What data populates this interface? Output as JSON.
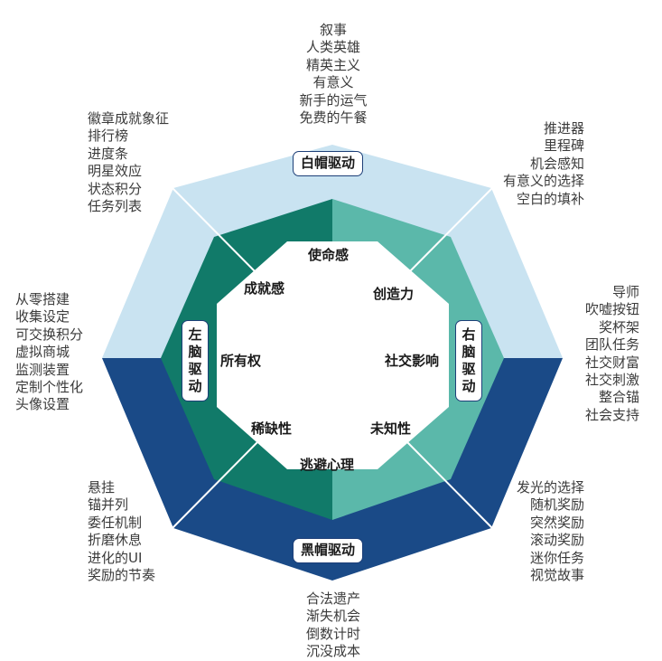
{
  "diagram": {
    "core_drives": {
      "top": "使命感",
      "top_right": "创造力",
      "right": "社交影响",
      "bottom_right": "未知性",
      "bottom": "逃避心理",
      "bottom_left": "稀缺性",
      "left": "所有权",
      "top_left": "成就感"
    },
    "drive_labels": {
      "top": "白帽驱动",
      "bottom": "黑帽驱动",
      "left": [
        "左",
        "脑",
        "驱",
        "动"
      ],
      "right": [
        "右",
        "脑",
        "驱",
        "动"
      ]
    },
    "techniques": {
      "top": [
        "叙事",
        "人类英雄",
        "精英主义",
        "有意义",
        "新手的运气",
        "免费的午餐"
      ],
      "top_right": [
        "推进器",
        "里程碑",
        "机会感知",
        "有意义的选择",
        "空白的填补"
      ],
      "right": [
        "导师",
        "吹嘘按钮",
        "奖杯架",
        "团队任务",
        "社交财富",
        "社交刺激",
        "整合锚",
        "社会支持"
      ],
      "bottom_right": [
        "发光的选择",
        "随机奖励",
        "突然奖励",
        "滚动奖励",
        "迷你任务",
        "视觉故事"
      ],
      "bottom": [
        "合法遗产",
        "渐失机会",
        "倒数计时",
        "沉没成本"
      ],
      "bottom_left": [
        "悬挂",
        "锚并列",
        "委任机制",
        "折磨休息",
        "进化的UI",
        "奖励的节奏"
      ],
      "left": [
        "从零搭建",
        "收集设定",
        "可交换积分",
        "虚拟商城",
        "监测装置",
        "定制个性化",
        "头像设置"
      ],
      "top_left": [
        "徽章成就象征",
        "排行榜",
        "进度条",
        "明星效应",
        "状态积分",
        "任务列表"
      ]
    },
    "colors": {
      "outer_white_hat": "#c9e3f1",
      "outer_black_hat": "#1a4a87",
      "outer_black_hat_edge": "#1a3d78",
      "left_brain_green": "#117a69",
      "right_brain_teal": "#5bb8aa",
      "center": "#ffffff",
      "border": "#1d3f78"
    }
  }
}
